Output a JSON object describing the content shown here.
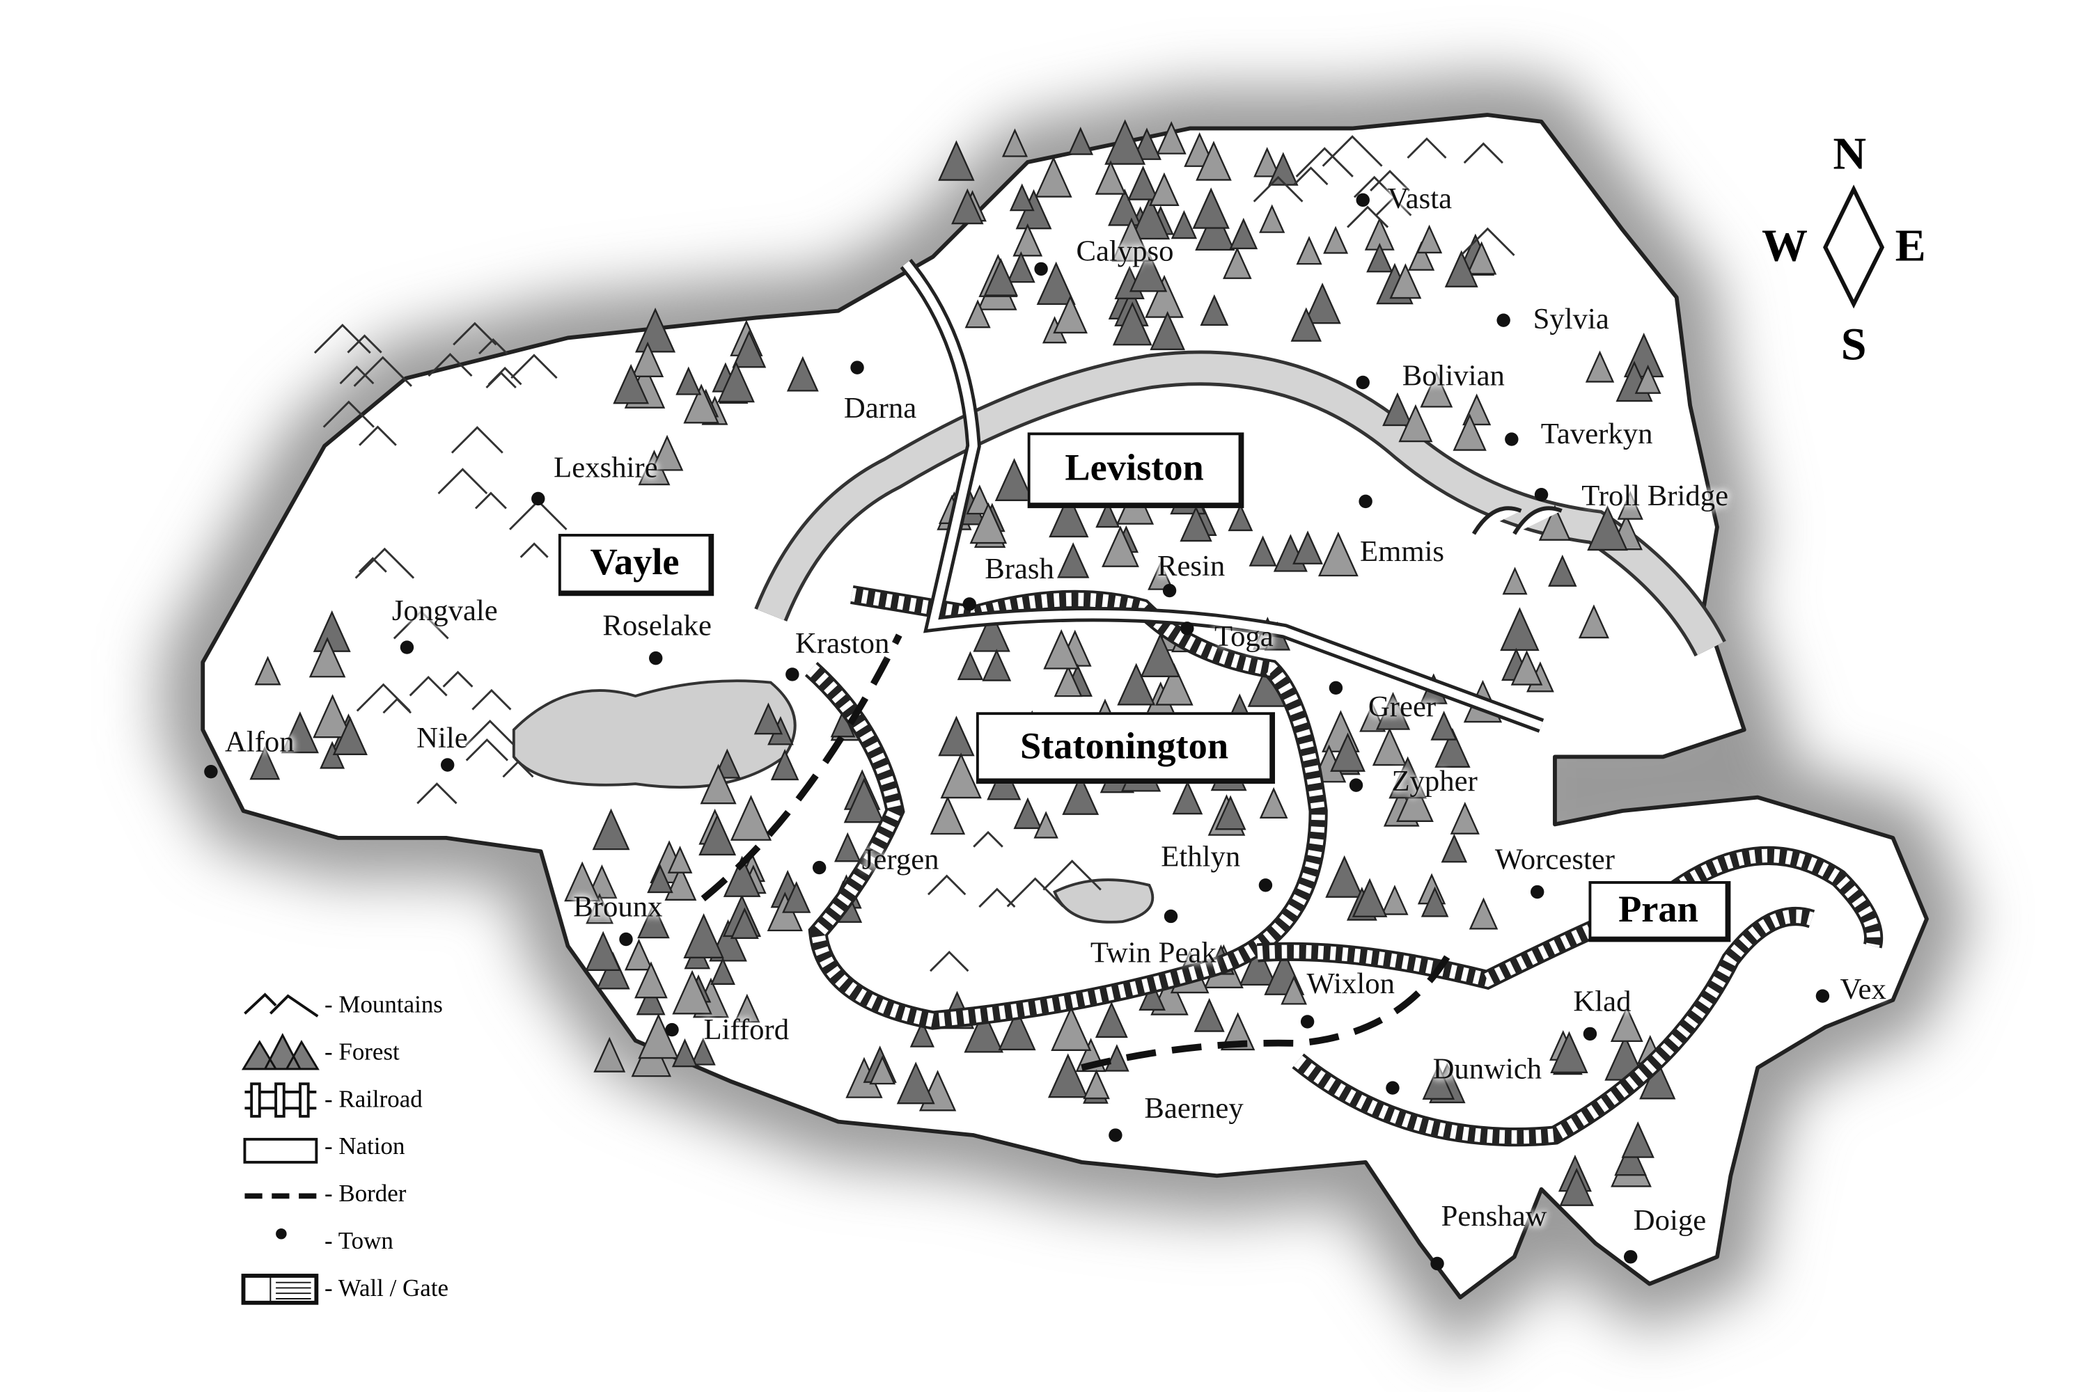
{
  "nations": [
    {
      "name": "Vayle"
    },
    {
      "name": "Leviston"
    },
    {
      "name": "Statonington"
    },
    {
      "name": "Pran"
    }
  ],
  "towns": [
    {
      "name": "Vasta"
    },
    {
      "name": "Calypso"
    },
    {
      "name": "Sylvia"
    },
    {
      "name": "Bolivian"
    },
    {
      "name": "Darna"
    },
    {
      "name": "Taverkyn"
    },
    {
      "name": "Troll Bridge"
    },
    {
      "name": "Lexshire"
    },
    {
      "name": "Emmis"
    },
    {
      "name": "Brash"
    },
    {
      "name": "Resin"
    },
    {
      "name": "Toga"
    },
    {
      "name": "Jongvale"
    },
    {
      "name": "Roselake"
    },
    {
      "name": "Kraston"
    },
    {
      "name": "Greer"
    },
    {
      "name": "Alfon"
    },
    {
      "name": "Nile"
    },
    {
      "name": "Zypher"
    },
    {
      "name": "Jergen"
    },
    {
      "name": "Ethlyn"
    },
    {
      "name": "Worcester"
    },
    {
      "name": "Brounx"
    },
    {
      "name": "Twin Peak"
    },
    {
      "name": "Wixlon"
    },
    {
      "name": "Klad"
    },
    {
      "name": "Vex"
    },
    {
      "name": "Lifford"
    },
    {
      "name": "Dunwich"
    },
    {
      "name": "Baerney"
    },
    {
      "name": "Penshaw"
    },
    {
      "name": "Doige"
    }
  ],
  "compass": {
    "n": "N",
    "s": "S",
    "e": "E",
    "w": "W"
  },
  "legend": [
    {
      "icon": "mountains-icon",
      "label": "- Mountains"
    },
    {
      "icon": "forest-icon",
      "label": "- Forest"
    },
    {
      "icon": "railroad-icon",
      "label": "- Railroad"
    },
    {
      "icon": "nation-icon",
      "label": "- Nation"
    },
    {
      "icon": "border-icon",
      "label": "- Border"
    },
    {
      "icon": "town-icon",
      "label": "- Town"
    },
    {
      "icon": "wall-gate-icon",
      "label": "- Wall / Gate"
    }
  ],
  "colors": {
    "land": "#ffffff",
    "sea": "#d9d9d9",
    "forest": "#7a7a7a",
    "ink": "#111111"
  }
}
